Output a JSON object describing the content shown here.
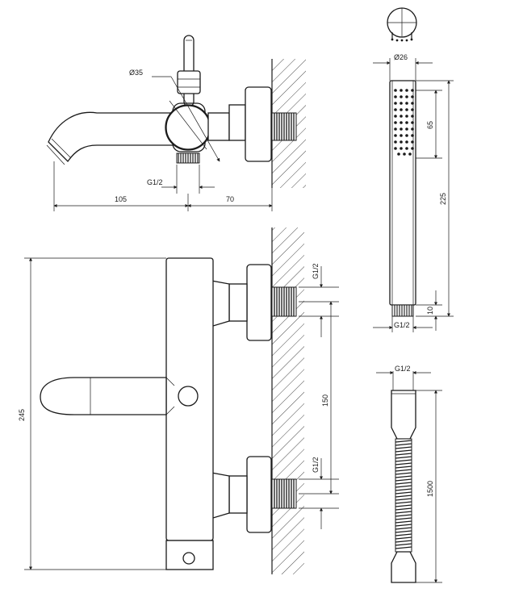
{
  "labels": {
    "diam_body": "Ø35",
    "diam_handshower": "Ø26",
    "thread_spout": "G1/2",
    "spout_length": "105",
    "wall_offset": "70",
    "inlet_thread_top": "G1/2",
    "inlet_thread_bottom": "G1/2",
    "inlet_spacing": "150",
    "body_height": "245",
    "hand_head": "65",
    "hand_length": "225",
    "hand_connector": "10",
    "hand_thread": "G1/2",
    "hose_thread": "G1/2",
    "hose_length": "1500"
  }
}
